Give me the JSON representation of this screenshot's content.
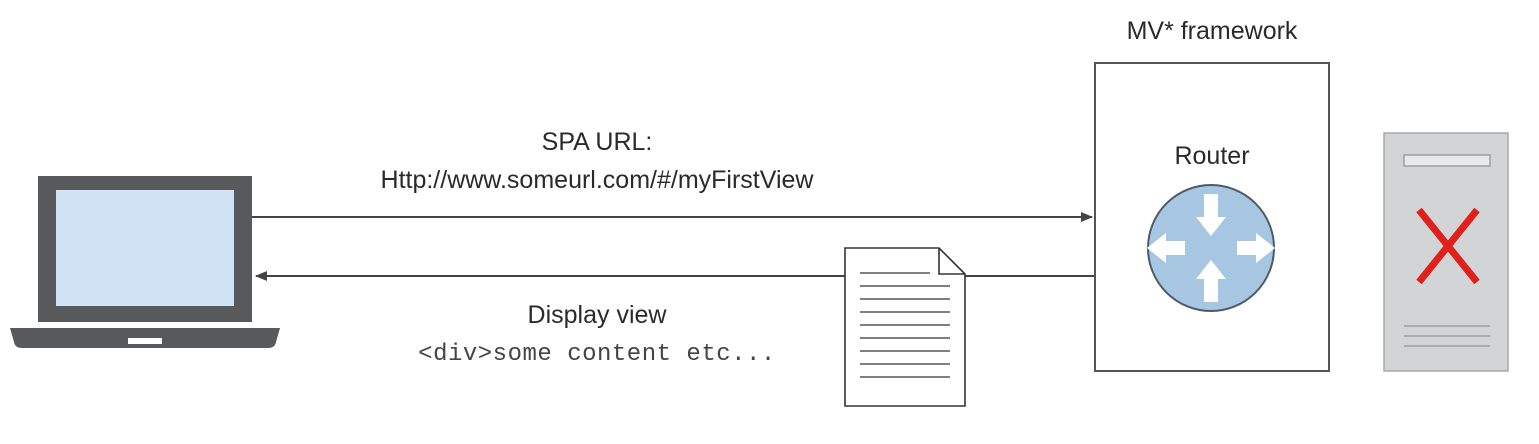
{
  "framework": {
    "title": "MV* framework",
    "router_label": "Router"
  },
  "request": {
    "heading": "SPA URL:",
    "url": "Http://www.someurl.com/#/myFirstView"
  },
  "response": {
    "heading": "Display view",
    "content": "<div>some content etc..."
  },
  "icons": {
    "client": "laptop-icon",
    "document": "document-icon",
    "router": "router-icon",
    "server": "server-icon",
    "server_status": "x-mark-icon"
  },
  "colors": {
    "arrow": "#444444",
    "laptop_frame": "#58595b",
    "laptop_screen": "#cfe3f4",
    "router_fill": "#a7c6e2",
    "server_fill": "#d3d4d6",
    "x_mark": "#e0201b"
  }
}
